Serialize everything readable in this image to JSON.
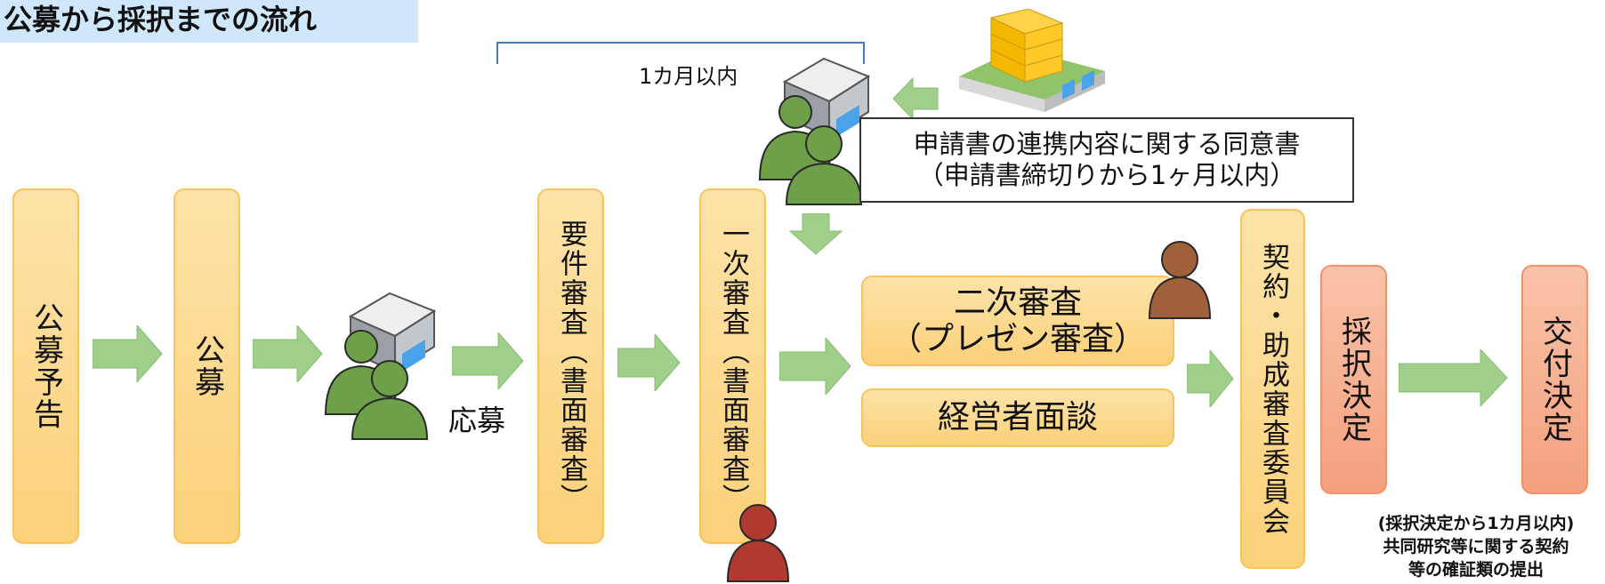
{
  "title": "公募から採択までの流れ",
  "bracket_label": "1カ月以内",
  "callout": {
    "line1": "申請書の連携内容に関する同意書",
    "line2": "（申請書締切りから1ヶ月以内）"
  },
  "apply_label": "応募",
  "steps": {
    "announce": "公募予告",
    "public": "公募",
    "requirements": "要件審査（書面審査）",
    "first": "一次審査（書面審査）",
    "second_line1": "二次審査",
    "second_line2": "（プレゼン審査）",
    "interview": "経営者面談",
    "committee": "契約・助成審査委員会",
    "adopt": "採択決定",
    "grant": "交付決定"
  },
  "note": {
    "line1": "(採択決定から1カ月以内)",
    "line2": "共同研究等に関する契約",
    "line3": "等の確証類の提出"
  },
  "colors": {
    "title_bg": "#cfe7fb",
    "step_yellow": "#fbd17a",
    "step_salmon": "#f4a07e",
    "arrow_green": "#9fcf8a",
    "person_green": "#6ea04a",
    "person_brown": "#a0603a",
    "person_red": "#b03a30",
    "bracket_blue": "#4a74c4"
  },
  "icons": [
    "office-building-icon",
    "company-person-icon",
    "factory-building-icon",
    "reviewer-person-icon"
  ]
}
